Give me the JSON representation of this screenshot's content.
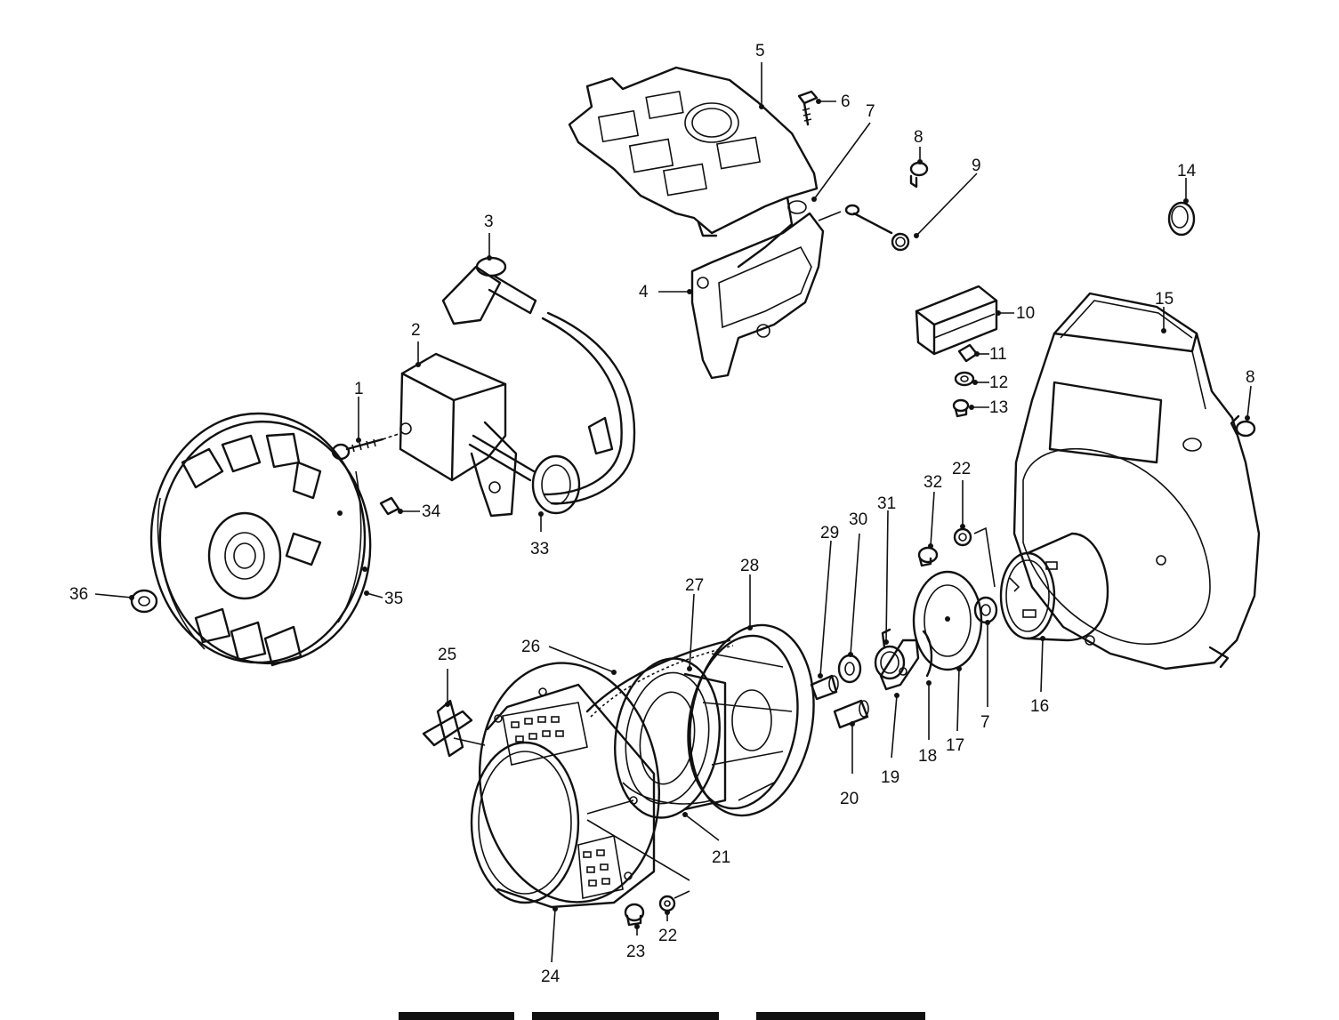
{
  "diagram": {
    "callouts": [
      {
        "n": "1"
      },
      {
        "n": "2"
      },
      {
        "n": "3"
      },
      {
        "n": "4"
      },
      {
        "n": "5"
      },
      {
        "n": "6"
      },
      {
        "n": "7"
      },
      {
        "n": "7"
      },
      {
        "n": "8"
      },
      {
        "n": "8"
      },
      {
        "n": "9"
      },
      {
        "n": "10"
      },
      {
        "n": "11"
      },
      {
        "n": "12"
      },
      {
        "n": "13"
      },
      {
        "n": "14"
      },
      {
        "n": "15"
      },
      {
        "n": "16"
      },
      {
        "n": "17"
      },
      {
        "n": "18"
      },
      {
        "n": "19"
      },
      {
        "n": "20"
      },
      {
        "n": "21"
      },
      {
        "n": "22"
      },
      {
        "n": "22"
      },
      {
        "n": "23"
      },
      {
        "n": "24"
      },
      {
        "n": "25"
      },
      {
        "n": "26"
      },
      {
        "n": "27"
      },
      {
        "n": "28"
      },
      {
        "n": "29"
      },
      {
        "n": "30"
      },
      {
        "n": "31"
      },
      {
        "n": "32"
      },
      {
        "n": "33"
      },
      {
        "n": "34"
      },
      {
        "n": "35"
      },
      {
        "n": "36"
      }
    ]
  }
}
